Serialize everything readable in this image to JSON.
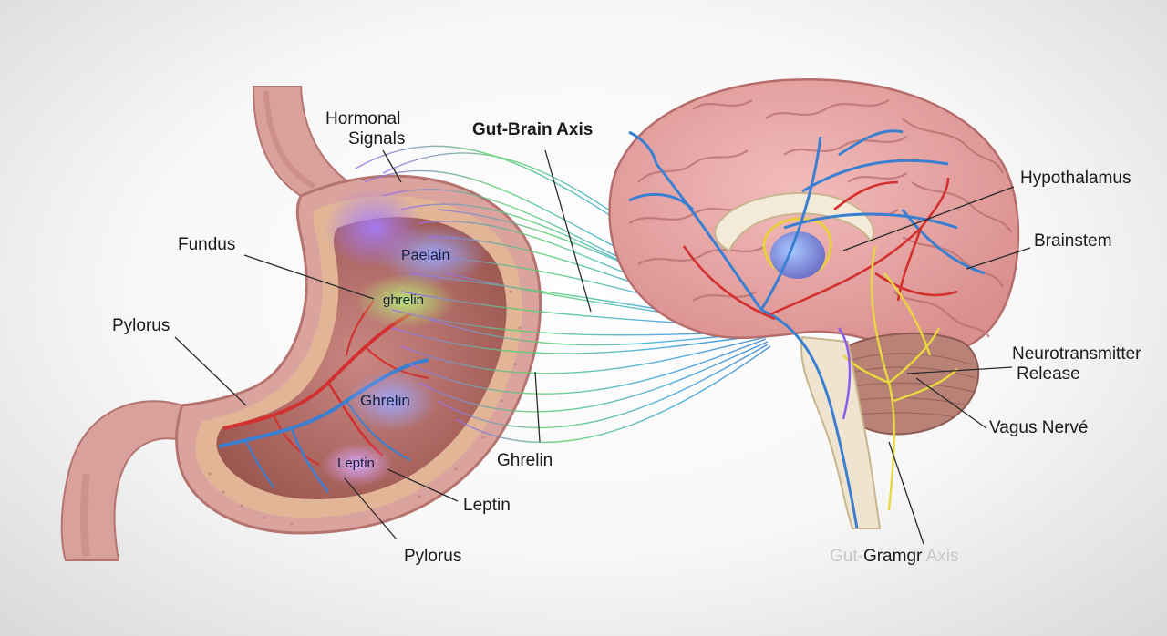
{
  "title": "Gut-Brain Axis",
  "labels": {
    "hormonal_line1": "Hormonal",
    "hormonal_line2": "Signals",
    "fundus": "Fundus",
    "pylorus_left": "Pylorus",
    "pylorus_bottom": "Pylorus",
    "leptin": "Leptin",
    "ghrelin": "Ghrelin",
    "hypothalamus": "Hypothalamus",
    "brainstem": "Brainstem",
    "neuro_line1": "Neurotransmitter",
    "neuro_line2": "Release",
    "vagus": "Vagus Nervé",
    "bottom_faded_prefix": "Gut-",
    "bottom_main": "Gramgr",
    "bottom_faded_suffix": "Axis"
  },
  "stomach_labels": {
    "paelain": "Paelain",
    "ghrelin_small": "ghrelin",
    "ghrelin_big": "Ghrelin",
    "leptin_small": "Leptin"
  },
  "colors": {
    "stomach_wall": "#cc8b88",
    "stomach_inner": "#b36a63",
    "brain": "#e9a9a8",
    "vessel_blue": "#3b7fd0",
    "vessel_red": "#d33030",
    "nerve_yellow": "#e8d840"
  }
}
